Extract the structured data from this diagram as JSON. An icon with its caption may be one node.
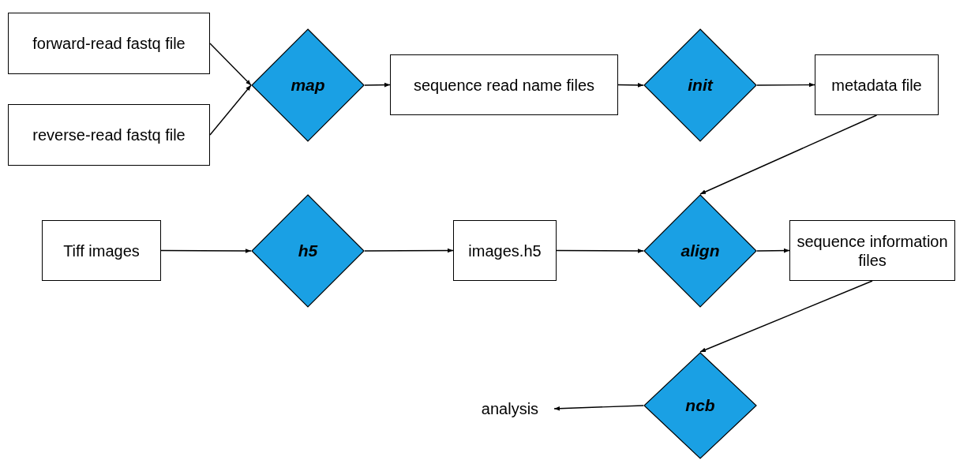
{
  "diagram": {
    "nodes": [
      {
        "text": [
          "forward-read fastq file"
        ]
      },
      {
        "text": [
          "reverse-read fastq file"
        ]
      },
      {
        "text": [
          "map"
        ]
      },
      {
        "text": [
          "sequence read name files"
        ]
      },
      {
        "text": [
          "init"
        ]
      },
      {
        "text": [
          "metadata file"
        ]
      },
      {
        "text": [
          "Tiff images"
        ]
      },
      {
        "text": [
          "h5"
        ]
      },
      {
        "text": [
          "images.h5"
        ]
      },
      {
        "text": [
          "align"
        ]
      },
      {
        "text": [
          "sequence information files"
        ]
      },
      {
        "text": [
          "ncb"
        ]
      },
      {
        "text": [
          "analysis"
        ]
      }
    ],
    "edges": [
      {
        "from": 0,
        "to": 2,
        "arrow": "to"
      },
      {
        "from": 1,
        "to": 2,
        "arrow": "to"
      },
      {
        "from": 2,
        "to": 3,
        "arrow": "to"
      },
      {
        "from": 3,
        "to": 4,
        "arrow": "to"
      },
      {
        "from": 4,
        "to": 5,
        "arrow": "to"
      },
      {
        "from": 5,
        "to": 9,
        "arrow": "to"
      },
      {
        "from": 6,
        "to": 7,
        "arrow": "to"
      },
      {
        "from": 7,
        "to": 8,
        "arrow": "to"
      },
      {
        "from": 8,
        "to": 9,
        "arrow": "to"
      },
      {
        "from": 9,
        "to": 10,
        "arrow": "to"
      },
      {
        "from": 10,
        "to": 11,
        "arrow": "to"
      },
      {
        "from": 11,
        "to": 12,
        "arrow": "to"
      }
    ]
  }
}
